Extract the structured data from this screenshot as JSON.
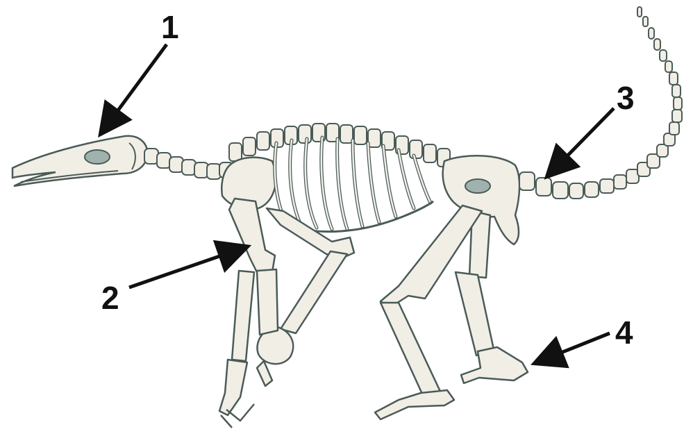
{
  "diagram": {
    "labels": [
      {
        "id": "1",
        "text": "1"
      },
      {
        "id": "2",
        "text": "2"
      },
      {
        "id": "3",
        "text": "3"
      },
      {
        "id": "4",
        "text": "4"
      }
    ]
  },
  "colors": {
    "bone_fill": "#f1eee6",
    "bone_stroke": "#4a5b57",
    "bone_shade": "#9fb2ae",
    "arrow": "#111111",
    "background": "#ffffff"
  }
}
